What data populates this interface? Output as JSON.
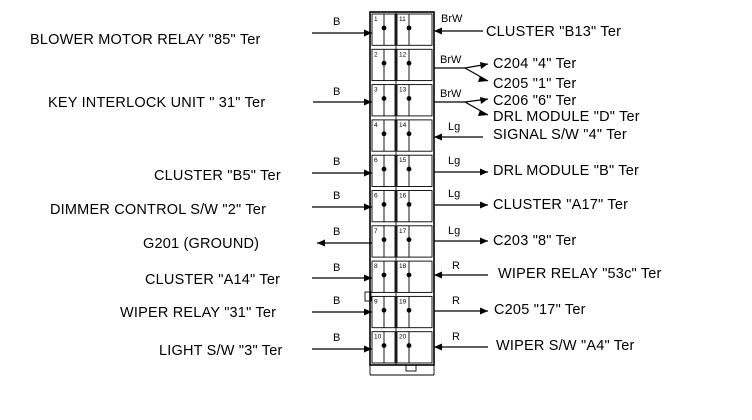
{
  "left_wires": [
    {
      "label": "BLOWER MOTOR RELAY \"85\" Ter",
      "color": "B",
      "pin": "1"
    },
    {
      "label": "KEY INTERLOCK UNIT \" 31\" Ter",
      "color": "B",
      "pin": "3"
    },
    {
      "label": "CLUSTER \"B5\" Ter",
      "color": "B",
      "pin": "6"
    },
    {
      "label": "DIMMER CONTROL S/W \"2\" Ter",
      "color": "B",
      "pin": "6"
    },
    {
      "label": "G201 (GROUND)",
      "color": "B",
      "pin": "7"
    },
    {
      "label": "CLUSTER \"A14\" Ter",
      "color": "B",
      "pin": "8"
    },
    {
      "label": "WIPER RELAY \"31\" Ter",
      "color": "B",
      "pin": "9"
    },
    {
      "label": "LIGHT S/W \"3\" Ter",
      "color": "B",
      "pin": "10"
    }
  ],
  "right_wires": [
    {
      "label": "CLUSTER \"B13\" Ter",
      "color": "BrW",
      "pin": "11"
    },
    {
      "label": "C204 \"4\" Ter",
      "color": "BrW",
      "pin": "12"
    },
    {
      "label": "C205 \"1\" Ter",
      "color": "",
      "pin": "12"
    },
    {
      "label": "C206 \"6\" Ter",
      "color": "BrW",
      "pin": "13"
    },
    {
      "label": "DRL MODULE \"D\" Ter",
      "color": "",
      "pin": "13"
    },
    {
      "label": "SIGNAL S/W \"4\" Ter",
      "color": "Lg",
      "pin": "14"
    },
    {
      "label": "DRL MODULE \"B\" Ter",
      "color": "Lg",
      "pin": "15"
    },
    {
      "label": "CLUSTER \"A17\" Ter",
      "color": "Lg",
      "pin": "16"
    },
    {
      "label": "C203 \"8\" Ter",
      "color": "Lg",
      "pin": "17"
    },
    {
      "label": "WIPER RELAY \"53c\" Ter",
      "color": "R",
      "pin": "18"
    },
    {
      "label": "C205 \"17\" Ter",
      "color": "R",
      "pin": "19"
    },
    {
      "label": "WIPER S/W \"A4\" Ter",
      "color": "R",
      "pin": "20"
    }
  ],
  "connector": {
    "left_pins": [
      "1",
      "2",
      "3",
      "4",
      "6",
      "6",
      "7",
      "8",
      "9",
      "10"
    ],
    "right_pins": [
      "11",
      "12",
      "13",
      "14",
      "15",
      "16",
      "17",
      "18",
      "19",
      "20"
    ]
  }
}
